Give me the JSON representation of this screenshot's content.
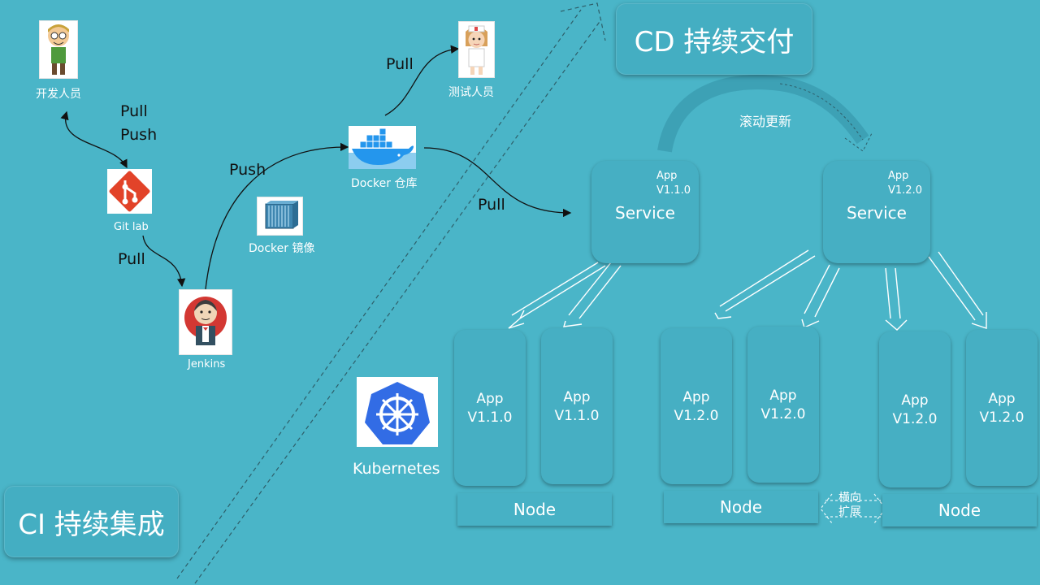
{
  "titles": {
    "cd": "CD 持续交付",
    "ci": "CI 持续集成"
  },
  "actors": {
    "developer": "开发人员",
    "tester": "测试人员",
    "gitlab": "Git lab",
    "jenkins": "Jenkins",
    "docker_registry": "Docker 仓库",
    "docker_image": "Docker 镜像",
    "kubernetes": "Kubernetes"
  },
  "flows": {
    "dev_git": [
      "Pull",
      "Push"
    ],
    "git_jenkins": "Pull",
    "jenkins_registry": "Push",
    "registry_tester": "Pull",
    "registry_k8s": "Pull"
  },
  "rolling_update": "滚动更新",
  "horizontal_scaling": [
    "横向",
    "扩展"
  ],
  "services": [
    {
      "label": "Service",
      "app": "App",
      "version": "V1.1.0"
    },
    {
      "label": "Service",
      "app": "App",
      "version": "V1.2.0"
    }
  ],
  "pods": [
    {
      "app": "App",
      "version": "V1.1.0"
    },
    {
      "app": "App",
      "version": "V1.1.0"
    },
    {
      "app": "App",
      "version": "V1.2.0"
    },
    {
      "app": "App",
      "version": "V1.2.0"
    },
    {
      "app": "App",
      "version": "V1.2.0"
    },
    {
      "app": "App",
      "version": "V1.2.0"
    }
  ],
  "nodes": [
    "Node",
    "Node",
    "Node"
  ],
  "colors": {
    "background": "#4ab5c8",
    "box": "#46afc3",
    "gitlab": "#e24329",
    "kubernetes": "#326ce5",
    "docker": "#2496ed"
  }
}
